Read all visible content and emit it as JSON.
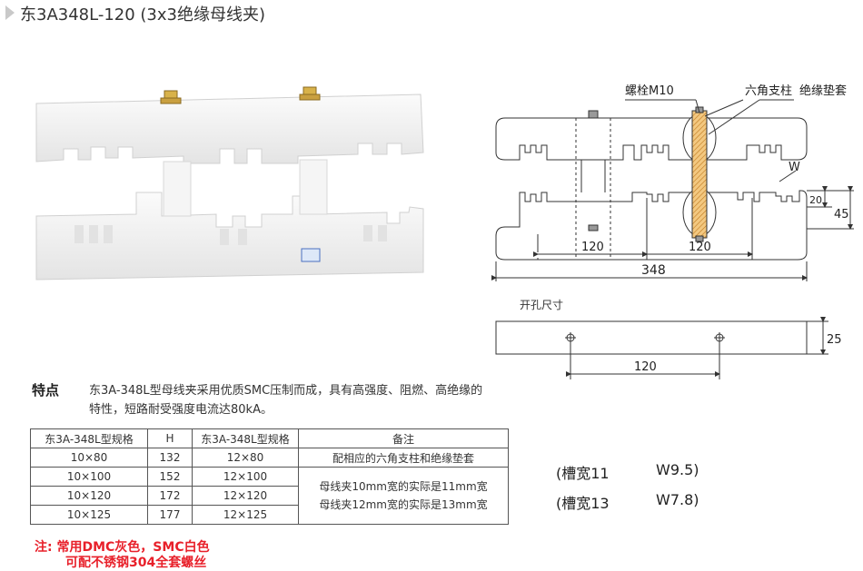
{
  "title": "东3A348L-120 (3x3绝缘母线夹)",
  "drawing": {
    "callout_bolt": "螺栓M10",
    "callout_hex": "六角支柱",
    "callout_pad": "绝缘垫套",
    "callout_w": "W",
    "dim_20": "20",
    "dim_45": "45",
    "dim_120_left": "120",
    "dim_120_right": "120",
    "dim_348": "348",
    "hole_label": "开孔尺寸",
    "dim_25": "25",
    "dim_120_hole": "120"
  },
  "features": {
    "heading": "特点",
    "text": "东3A-348L型母线夹采用优质SMC压制而成，具有高强度、阻燃、高绝缘的特性，短路耐受强度电流达80kA。"
  },
  "table": {
    "headers": [
      "东3A-348L型规格",
      "H",
      "东3A-348L型规格",
      "备注"
    ],
    "rows": [
      [
        "10×80",
        "132",
        "12×80"
      ],
      [
        "10×100",
        "152",
        "12×100"
      ],
      [
        "10×120",
        "172",
        "12×120"
      ],
      [
        "10×125",
        "177",
        "12×125"
      ]
    ],
    "remark_1": "配相应的六角支柱和绝缘垫套",
    "remark_2a": "母线夹10mm宽的实际是11mm宽",
    "remark_2b": "母线夹12mm宽的实际是13mm宽"
  },
  "slots": [
    {
      "label": "(槽宽11",
      "w": "W9.5)"
    },
    {
      "label": "(槽宽13",
      "w": "W7.8)"
    }
  ],
  "notes": {
    "line1": "注: 常用DMC灰色，SMC白色",
    "line2": "可配不锈钢304全套螺丝"
  },
  "colors": {
    "note_red": "#e8202a",
    "part_white": "#f2f2f2",
    "bolt_gold": "#d8b24a",
    "hatch_orange": "#e8a040"
  }
}
